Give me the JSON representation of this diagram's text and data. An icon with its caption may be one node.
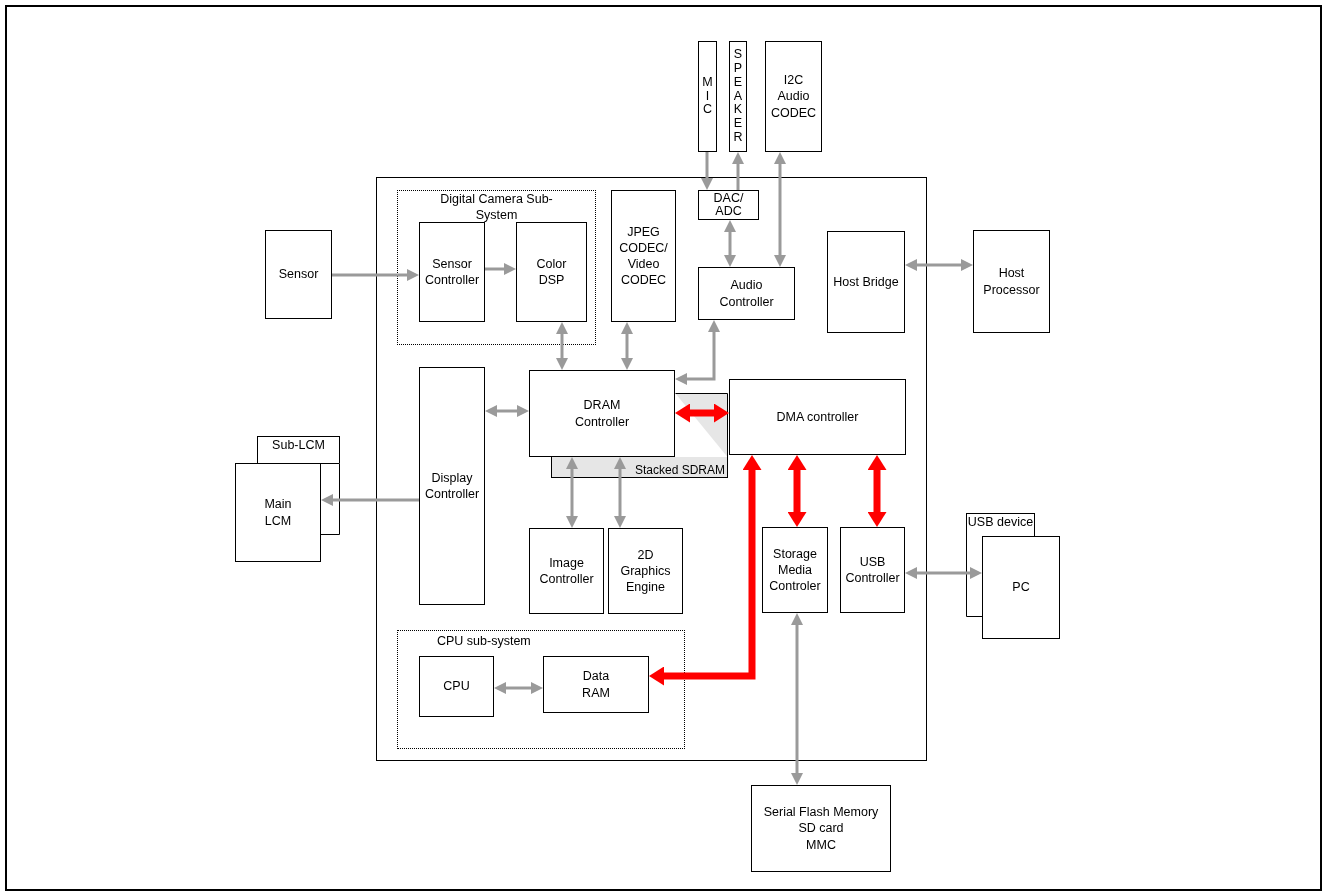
{
  "diagram": {
    "nodes": [
      {
        "text": [],
        "shape": "box"
      },
      {
        "text": [
          "Digital Camera Sub-System"
        ],
        "in": 0
      },
      {
        "text": [
          "Sensor Controller"
        ],
        "in": 1
      },
      {
        "text": [
          "Color DSP"
        ],
        "in": 1
      },
      {
        "text": [
          "JPEG CODEC/ Video CODEC"
        ],
        "in": 0
      },
      {
        "text": [
          "DAC/ ADC"
        ],
        "in": 0
      },
      {
        "text": [
          "Audio Controller"
        ],
        "in": 0
      },
      {
        "text": [
          "Host Bridge"
        ],
        "in": 0
      },
      {
        "text": [
          "Display Controller"
        ],
        "in": 0
      },
      {
        "text": [
          "Stacked SDRAM"
        ],
        "in": 0
      },
      {
        "text": [
          "DRAM Controller"
        ],
        "in": 0
      },
      {
        "text": [
          "DMA controller"
        ],
        "in": 0
      },
      {
        "text": [
          "Image Controller"
        ],
        "in": 0
      },
      {
        "text": [
          "2D Graphics Engine"
        ],
        "in": 0
      },
      {
        "text": [
          "Storage Media Controler"
        ],
        "in": 0
      },
      {
        "text": [
          "USB Controller"
        ],
        "in": 0
      },
      {
        "text": [
          "CPU sub-system"
        ],
        "in": 0
      },
      {
        "text": [
          "CPU"
        ],
        "in": 16
      },
      {
        "text": [
          "Data RAM"
        ],
        "in": 16
      },
      {
        "text": [
          "Sensor"
        ]
      },
      {
        "text": [
          "MIC"
        ]
      },
      {
        "text": [
          "SPEAKER"
        ]
      },
      {
        "text": [
          "I2C Audio CODEC"
        ]
      },
      {
        "text": [
          "Host Processor"
        ]
      },
      {
        "text": [
          "Sub-LCM"
        ]
      },
      {
        "text": [
          "Main LCM"
        ]
      },
      {
        "text": [
          "USB device"
        ]
      },
      {
        "text": [
          "PC"
        ]
      },
      {
        "text": [
          "Serial Flash Memory",
          "SD card",
          "MMC"
        ]
      }
    ],
    "edges": [
      {
        "from": 19,
        "to": 2,
        "arrow": "to"
      },
      {
        "from": 2,
        "to": 3,
        "arrow": "to"
      },
      {
        "from": 3,
        "to": 10,
        "arrow": "both"
      },
      {
        "from": 4,
        "to": 10,
        "arrow": "both"
      },
      {
        "from": 6,
        "to": 10,
        "arrow": "both"
      },
      {
        "from": 20,
        "to": 5,
        "arrow": "to"
      },
      {
        "from": 5,
        "to": 21,
        "arrow": "to"
      },
      {
        "from": 5,
        "to": 6,
        "arrow": "both"
      },
      {
        "from": 22,
        "to": 6,
        "arrow": "both"
      },
      {
        "from": 7,
        "to": 23,
        "arrow": "both"
      },
      {
        "from": 8,
        "to": 10,
        "arrow": "both"
      },
      {
        "from": 8,
        "to": 25,
        "arrow": "to"
      },
      {
        "from": 10,
        "to": 11,
        "arrow": "both",
        "style": "thick",
        "color": "#ff0000"
      },
      {
        "from": 11,
        "to": 18,
        "arrow": "both",
        "style": "thick",
        "color": "#ff0000"
      },
      {
        "from": 11,
        "to": 14,
        "arrow": "both",
        "style": "thick",
        "color": "#ff0000"
      },
      {
        "from": 11,
        "to": 15,
        "arrow": "both",
        "style": "thick",
        "color": "#ff0000"
      },
      {
        "from": 10,
        "to": 12,
        "arrow": "both"
      },
      {
        "from": 10,
        "to": 13,
        "arrow": "both"
      },
      {
        "from": 15,
        "to": 27,
        "arrow": "both"
      },
      {
        "from": 17,
        "to": 18,
        "arrow": "both"
      },
      {
        "from": 14,
        "to": 28,
        "arrow": "both"
      }
    ]
  }
}
